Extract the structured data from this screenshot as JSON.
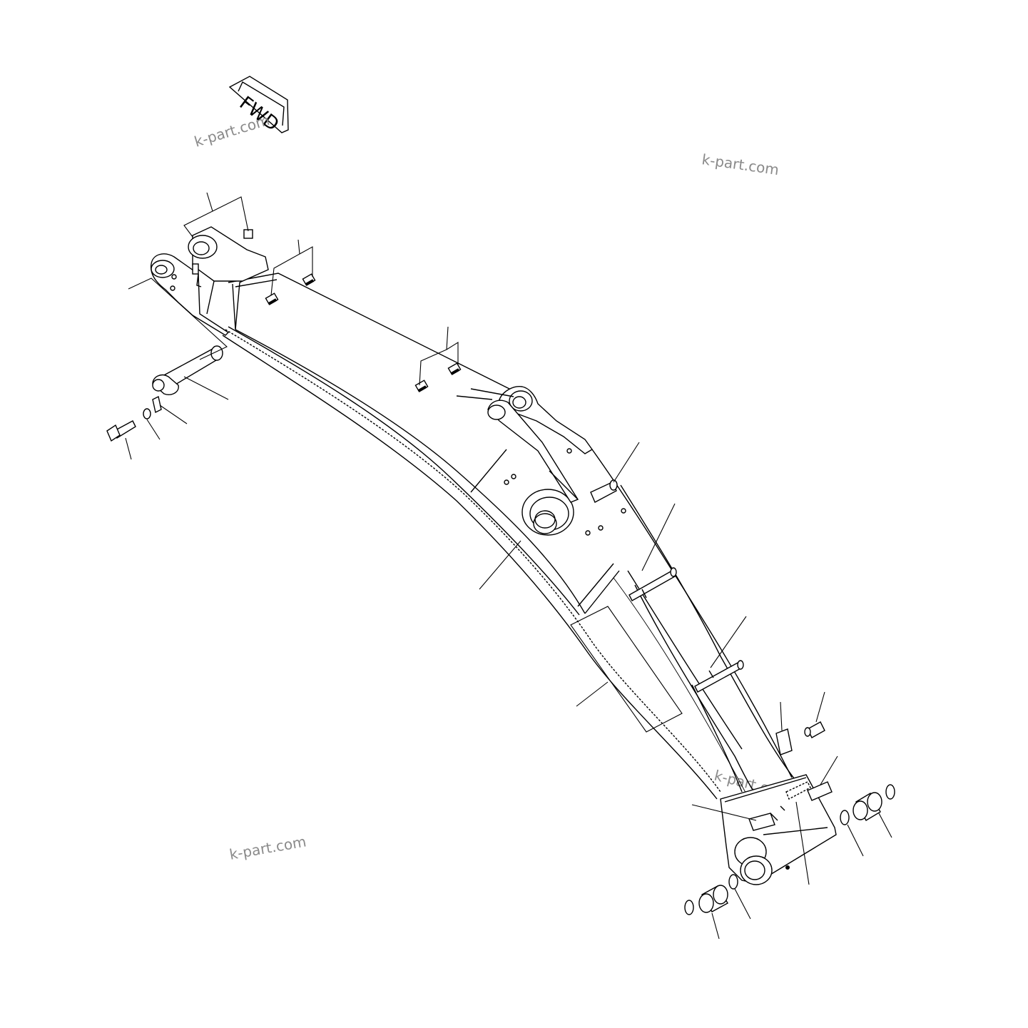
{
  "direction_tag": {
    "label": "FWD"
  },
  "watermarks": [
    {
      "text": "k-part.com"
    },
    {
      "text": "k-part.com"
    },
    {
      "text": "k-part.com"
    },
    {
      "text": "k-part.com"
    }
  ],
  "colors": {
    "line": "#000000",
    "background": "#ffffff",
    "watermark": "#8a8a8a"
  },
  "parts": [
    {
      "name": "boom-foot-bracket-group"
    },
    {
      "name": "grease-fitting-pair-upper"
    },
    {
      "name": "grease-fitting-pair-mid"
    },
    {
      "name": "foot-pin"
    },
    {
      "name": "lock-plate"
    },
    {
      "name": "washer"
    },
    {
      "name": "bolt"
    },
    {
      "name": "boom-weldment"
    },
    {
      "name": "pipe-clamp-1"
    },
    {
      "name": "pipe-clamp-2"
    },
    {
      "name": "pipe-clamp-3"
    },
    {
      "name": "side-plate-group"
    },
    {
      "name": "grease-nipple"
    },
    {
      "name": "bracket-plate"
    },
    {
      "name": "clamp-right"
    },
    {
      "name": "clamp-left"
    },
    {
      "name": "bushing-right"
    },
    {
      "name": "seal-right"
    },
    {
      "name": "bushing-left"
    },
    {
      "name": "seal-left"
    },
    {
      "name": "bottom-plate"
    }
  ]
}
